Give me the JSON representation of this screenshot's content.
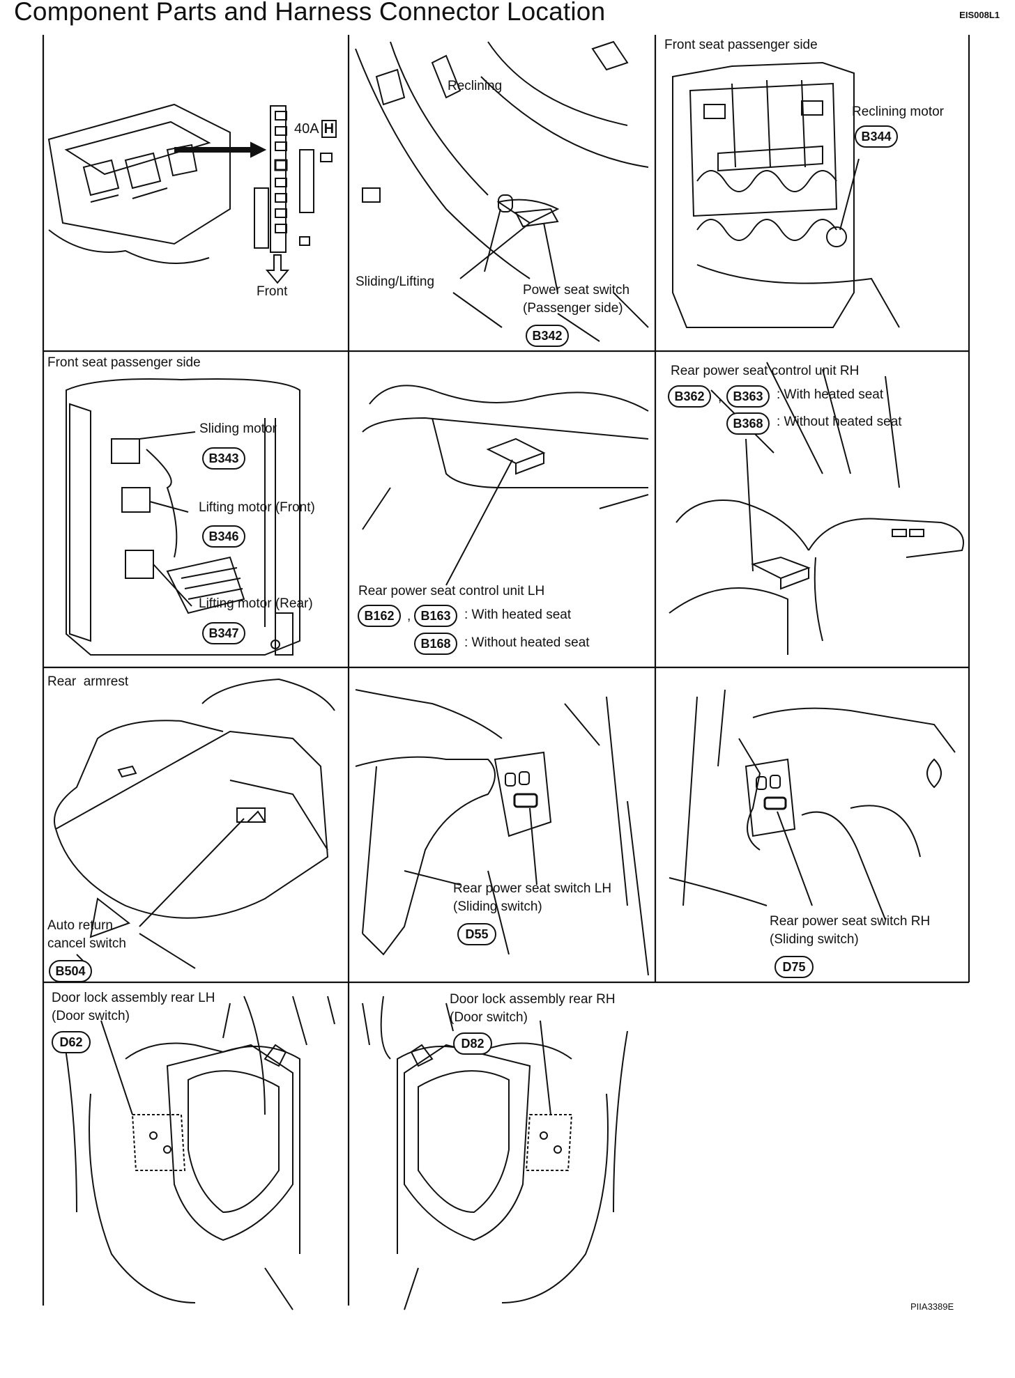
{
  "title": "Component Parts and Harness Connector Location",
  "ref_code": "EIS008L1",
  "figure_id": "PIIA3389E",
  "panels": {
    "fuse": {
      "fuse_label": "40A",
      "fuse_badge": "H",
      "front": "Front"
    },
    "switch": {
      "reclining": "Reclining",
      "sliding_lifting": "Sliding/Lifting",
      "power_seat_switch": "Power seat switch",
      "passenger_side": "(Passenger side)",
      "connector": "B342"
    },
    "recline_motor": {
      "heading": "Front seat passenger side",
      "motor": "Reclining motor",
      "connector": "B344"
    },
    "seat_motors": {
      "heading": "Front seat passenger side",
      "sliding": "Sliding motor",
      "c1": "B343",
      "lift_front": "Lifting motor (Front)",
      "c2": "B346",
      "lift_rear": "Lifting motor (Rear)",
      "c3": "B347"
    },
    "control_lh": {
      "title": "Rear power seat control unit LH",
      "c1": "B162",
      "sep": ",",
      "c2": "B163",
      "with": ": With heated seat",
      "c3": "B168",
      "without": ": Without heated seat"
    },
    "control_rh": {
      "title": "Rear power seat control unit RH",
      "c1": "B362",
      "sep": ",",
      "c2": "B363",
      "with": ": With heated seat",
      "c3": "B368",
      "without": ": Without heated seat"
    },
    "armrest": {
      "heading": "Rear  armrest",
      "line1": "Auto return",
      "line2": "cancel switch",
      "connector": "B504"
    },
    "switch_lh": {
      "line1": "Rear power seat switch LH",
      "line2": "(Sliding switch)",
      "connector": "D55"
    },
    "switch_rh": {
      "line1": "Rear power seat switch RH",
      "line2": "(Sliding switch)",
      "connector": "D75"
    },
    "door_lh": {
      "line1": "Door lock assembly rear LH",
      "line2": "(Door switch)",
      "connector": "D62"
    },
    "door_rh": {
      "line1": "Door lock assembly rear RH",
      "line2": "(Door switch)",
      "connector": "D82"
    }
  }
}
